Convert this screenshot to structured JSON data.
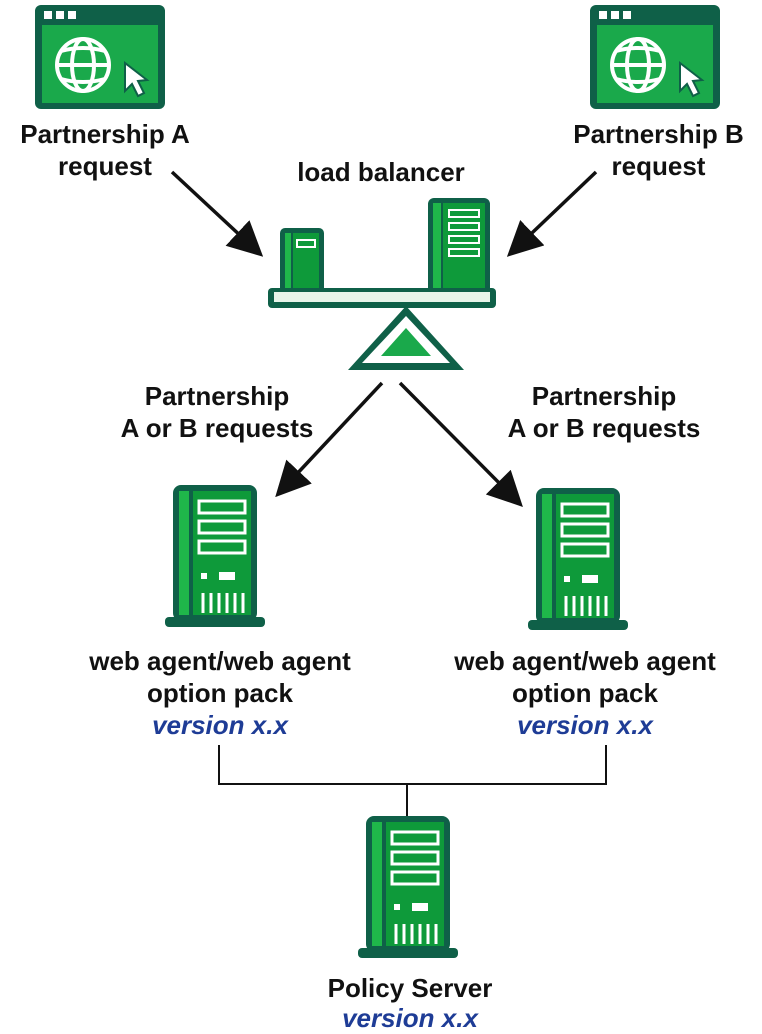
{
  "nodes": {
    "partnership_a": {
      "label_line1": "Partnership A",
      "label_line2": "request"
    },
    "partnership_b": {
      "label_line1": "Partnership B",
      "label_line2": "request"
    },
    "load_balancer": {
      "label": "load balancer"
    },
    "edge_left": {
      "label_line1": "Partnership",
      "label_line2": "A or B requests"
    },
    "edge_right": {
      "label_line1": "Partnership",
      "label_line2": "A or B requests"
    },
    "agent_left": {
      "label_line1": "web agent/web agent",
      "label_line2": "option pack",
      "version": "version x.x"
    },
    "agent_right": {
      "label_line1": "web agent/web agent",
      "label_line2": "option pack",
      "version": "version x.x"
    },
    "policy_server": {
      "label": "Policy Server",
      "version": "version x.x"
    }
  },
  "colors": {
    "green": "#0e9a3a",
    "dark_teal": "#0f6048",
    "light_green": "#1fb74a",
    "arrow": "#111111",
    "version_text": "#1e3c96"
  },
  "icons": [
    "browser-window-icon",
    "load-balancer-icon",
    "server-icon"
  ]
}
